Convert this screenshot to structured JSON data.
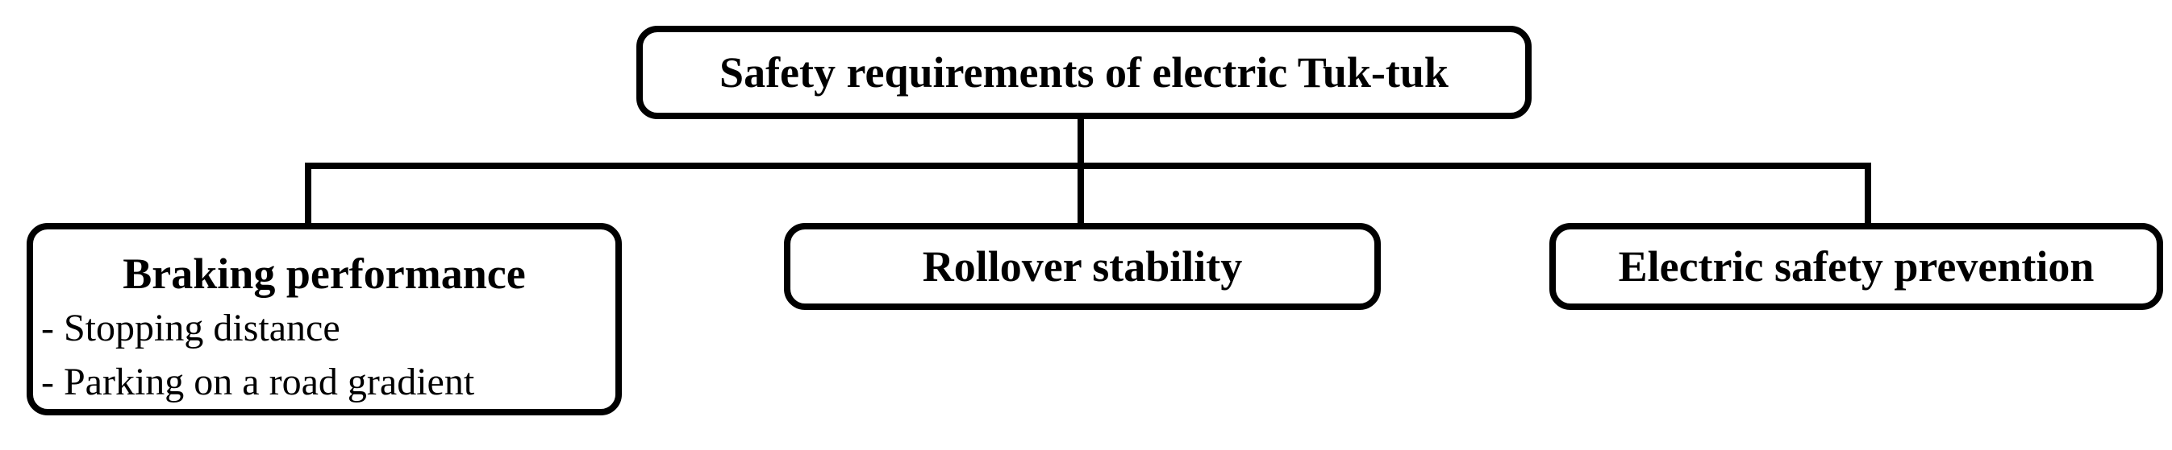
{
  "diagram": {
    "root": {
      "label": "Safety requirements of electric Tuk-tuk"
    },
    "children": [
      {
        "title": "Braking performance",
        "items": [
          "- Stopping distance",
          "- Parking on a road gradient"
        ]
      },
      {
        "title": "Rollover stability"
      },
      {
        "title": "Electric safety prevention"
      }
    ],
    "colors": {
      "line": "#000000",
      "background": "#ffffff"
    }
  }
}
